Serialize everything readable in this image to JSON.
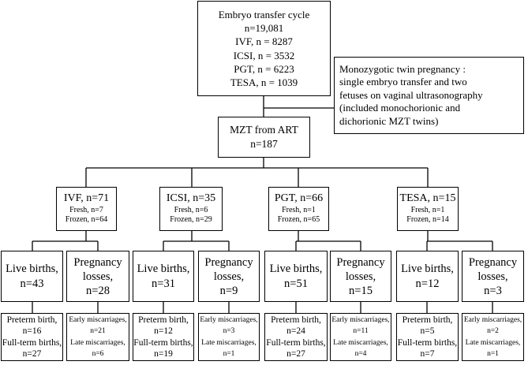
{
  "top": {
    "title": "Embryo transfer cycle",
    "total": "n=19,081",
    "ivf": "IVF, n = 8287",
    "icsi": "ICSI, n = 3532",
    "pgt": "PGT, n = 6223",
    "tesa": "TESA, n = 1039"
  },
  "definition": {
    "line1": "Monozygotic twin pregnancy :",
    "line2": "single embryo transfer and two",
    "line3": "fetuses on vaginal ultrasonography",
    "line4": "(included monochorionic and",
    "line5": "dichorionic MZT twins)"
  },
  "mzt": {
    "title": "MZT from ART",
    "total": "n=187"
  },
  "groups": [
    {
      "header": "IVF, n=71",
      "fresh": "Fresh, n=7",
      "frozen": "Frozen, n=64",
      "live_label": "Live births,",
      "live_n": "n=43",
      "loss_label1": "Pregnancy",
      "loss_label2": "losses,",
      "loss_n": "n=28",
      "preterm_label": "Preterm birth,",
      "preterm_n": "n=16",
      "fullterm_label": "Full-term births,",
      "fullterm_n": "n=27",
      "early_label": "Early miscarriages,",
      "early_n": "n=21",
      "late_label": "Late miscarriages,",
      "late_n": "n=6"
    },
    {
      "header": "ICSI, n=35",
      "fresh": "Fresh, n=6",
      "frozen": "Frozen, n=29",
      "live_label": "Live births,",
      "live_n": "n=31",
      "loss_label1": "Pregnancy",
      "loss_label2": "losses,",
      "loss_n": "n=9",
      "preterm_label": "Preterm birth,",
      "preterm_n": "n=12",
      "fullterm_label": "Full-term births,",
      "fullterm_n": "n=19",
      "early_label": "Early miscarriages,",
      "early_n": "n=3",
      "late_label": "Late miscarriages,",
      "late_n": "n=1"
    },
    {
      "header": "PGT, n=66",
      "fresh": "Fresh, n=1",
      "frozen": "Frozen, n=65",
      "live_label": "Live births,",
      "live_n": "n=51",
      "loss_label1": "Pregnancy",
      "loss_label2": "losses,",
      "loss_n": "n=15",
      "preterm_label": "Preterm birth,",
      "preterm_n": "n=24",
      "fullterm_label": "Full-term births,",
      "fullterm_n": "n=27",
      "early_label": "Early miscarriages,",
      "early_n": "n=11",
      "late_label": "Late miscarriages,",
      "late_n": "n=4"
    },
    {
      "header": "TESA, n=15",
      "fresh": "Fresh, n=1",
      "frozen": "Frozen, n=14",
      "live_label": "Live births,",
      "live_n": "n=12",
      "loss_label1": "Pregnancy",
      "loss_label2": "losses,",
      "loss_n": "n=3",
      "preterm_label": "Preterm birth,",
      "preterm_n": "n=5",
      "fullterm_label": "Full-term births,",
      "fullterm_n": "n=7",
      "early_label": "Early miscarriages,",
      "early_n": "n=2",
      "late_label": "Late miscarriages,",
      "late_n": "n=1"
    }
  ]
}
